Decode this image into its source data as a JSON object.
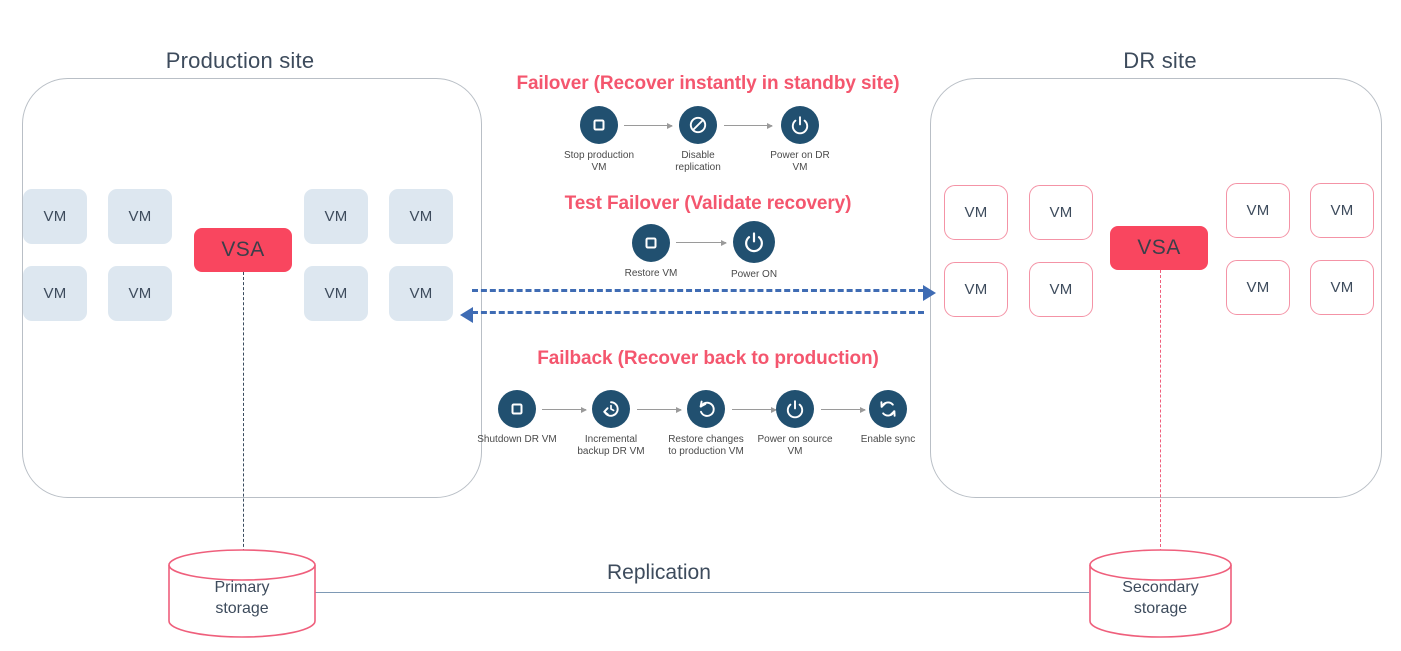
{
  "sites": {
    "production": {
      "title": "Production site",
      "vsa_label": "VSA",
      "vms": [
        "VM",
        "VM",
        "VM",
        "VM",
        "VM",
        "VM",
        "VM",
        "VM"
      ],
      "storage_label_line1": "Primary",
      "storage_label_line2": "storage"
    },
    "dr": {
      "title": "DR site",
      "vsa_label": "VSA",
      "vms": [
        "VM",
        "VM",
        "VM",
        "VM",
        "VM",
        "VM",
        "VM",
        "VM"
      ],
      "storage_label_line1": "Secondary",
      "storage_label_line2": "storage"
    }
  },
  "replication": {
    "label": "Replication"
  },
  "flows": [
    {
      "id": "failover",
      "title": "Failover (Recover instantly in standby site)",
      "steps": [
        {
          "icon": "stop-icon",
          "label": "Stop production\nVM"
        },
        {
          "icon": "prohibited-icon",
          "label": "Disable\nreplication"
        },
        {
          "icon": "power-icon",
          "label": "Power on DR\nVM"
        }
      ]
    },
    {
      "id": "test-failover",
      "title": "Test Failover (Validate recovery)",
      "steps": [
        {
          "icon": "stop-icon",
          "label": "Restore VM"
        },
        {
          "icon": "power-icon",
          "label": "Power ON"
        }
      ]
    },
    {
      "id": "failback",
      "title": "Failback (Recover back to production)",
      "steps": [
        {
          "icon": "stop-icon",
          "label": "Shutdown DR VM"
        },
        {
          "icon": "backup-clock-icon",
          "label": "Incremental\nbackup DR VM"
        },
        {
          "icon": "undo-icon",
          "label": "Restore changes\nto production VM"
        },
        {
          "icon": "power-icon",
          "label": "Power on source\nVM"
        },
        {
          "icon": "sync-icon",
          "label": "Enable sync"
        }
      ]
    }
  ],
  "colors": {
    "accent_red": "#f9465f",
    "flow_title": "#f4566e",
    "icon_circle": "#215070",
    "arrow_blue": "#3f6cb4",
    "vm_prod_fill": "#dde7f0",
    "vm_dr_border": "#f493a6",
    "text_dark": "#3d4b5c"
  }
}
